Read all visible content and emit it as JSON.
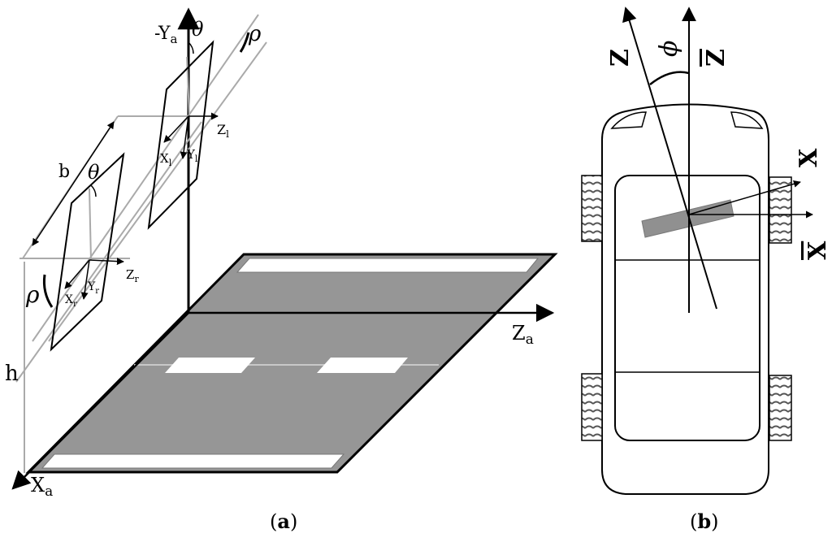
{
  "panel_a": {
    "caption": {
      "open": "(",
      "letter": "a",
      "close": ")"
    },
    "labels": {
      "neg_y_axis": "-Y",
      "neg_y_sub": "a",
      "theta_left_cam": "θ",
      "rho_left_cam": "ρ",
      "zl_main": "Z",
      "zl_sub": "l",
      "xl_main": "X",
      "xl_sub": "l",
      "yl_main": "Y",
      "yl_sub": "l",
      "baseline": "b",
      "theta_right_cam": "θ",
      "zr_main": "Z",
      "zr_sub": "r",
      "xr_main": "X",
      "xr_sub": "r",
      "yr_main": "Y",
      "yr_sub": "r",
      "rho_right_cam": "ρ",
      "height": "h",
      "za_main": "Z",
      "za_sub": "a",
      "xa_main": "X",
      "xa_sub": "a"
    }
  },
  "panel_b": {
    "caption": {
      "open": "(",
      "letter": "b",
      "close": ")"
    },
    "labels": {
      "z_axis": "Z",
      "phi": "ϕ",
      "z_bar_axis": "Z",
      "x_axis": "X",
      "x_bar_axis": "X"
    }
  },
  "colors": {
    "road_fill": "#969696",
    "road_edge": "#000000",
    "lane_marking": "#ffffff",
    "gray_line": "#aaaaaa",
    "camera_bar": "#909090"
  }
}
